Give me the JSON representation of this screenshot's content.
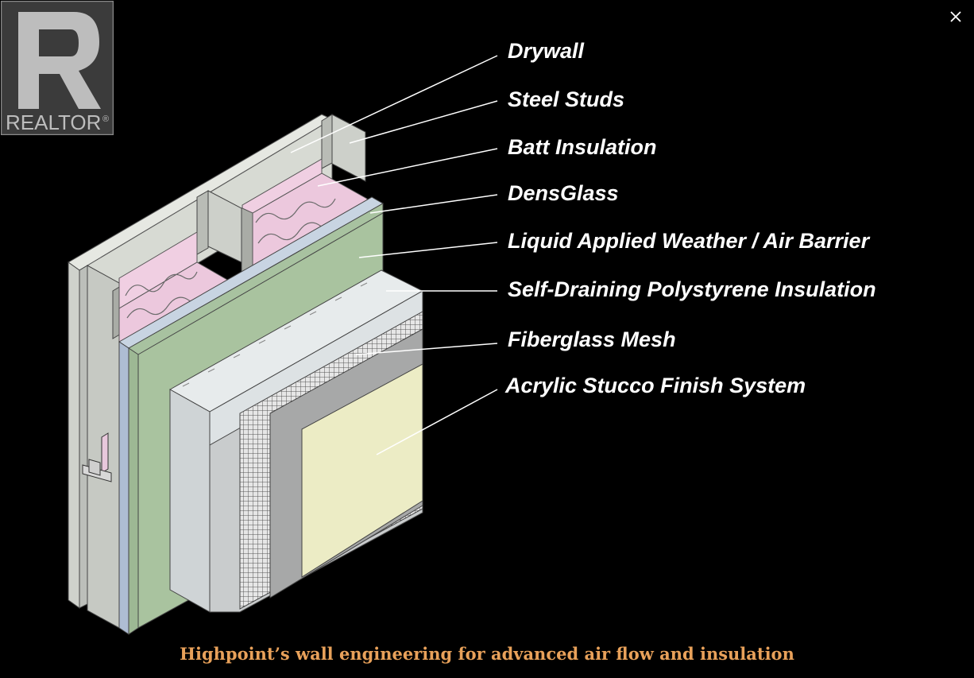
{
  "logo": {
    "text": "REALTOR",
    "mark": "®",
    "letter": "R"
  },
  "close_icon": "close-icon",
  "callouts": [
    "Drywall",
    "Steel Studs",
    "Batt Insulation",
    "DensGlass",
    "Liquid Applied Weather / Air Barrier",
    "Self-Draining Polystyrene Insulation",
    "Fiberglass Mesh",
    "Acrylic Stucco Finish System"
  ],
  "caption": "Highpoint’s wall engineering for advanced air flow and insulation",
  "colors": {
    "background": "#000000",
    "caption": "#e8a15a",
    "drywall": "#d9dcd5",
    "insulation": "#ecc8dd",
    "densglass": "#aebdd3",
    "barrier": "#a8c2a0",
    "polystyrene": "#cfd4d6",
    "stucco": "#ececc5"
  }
}
